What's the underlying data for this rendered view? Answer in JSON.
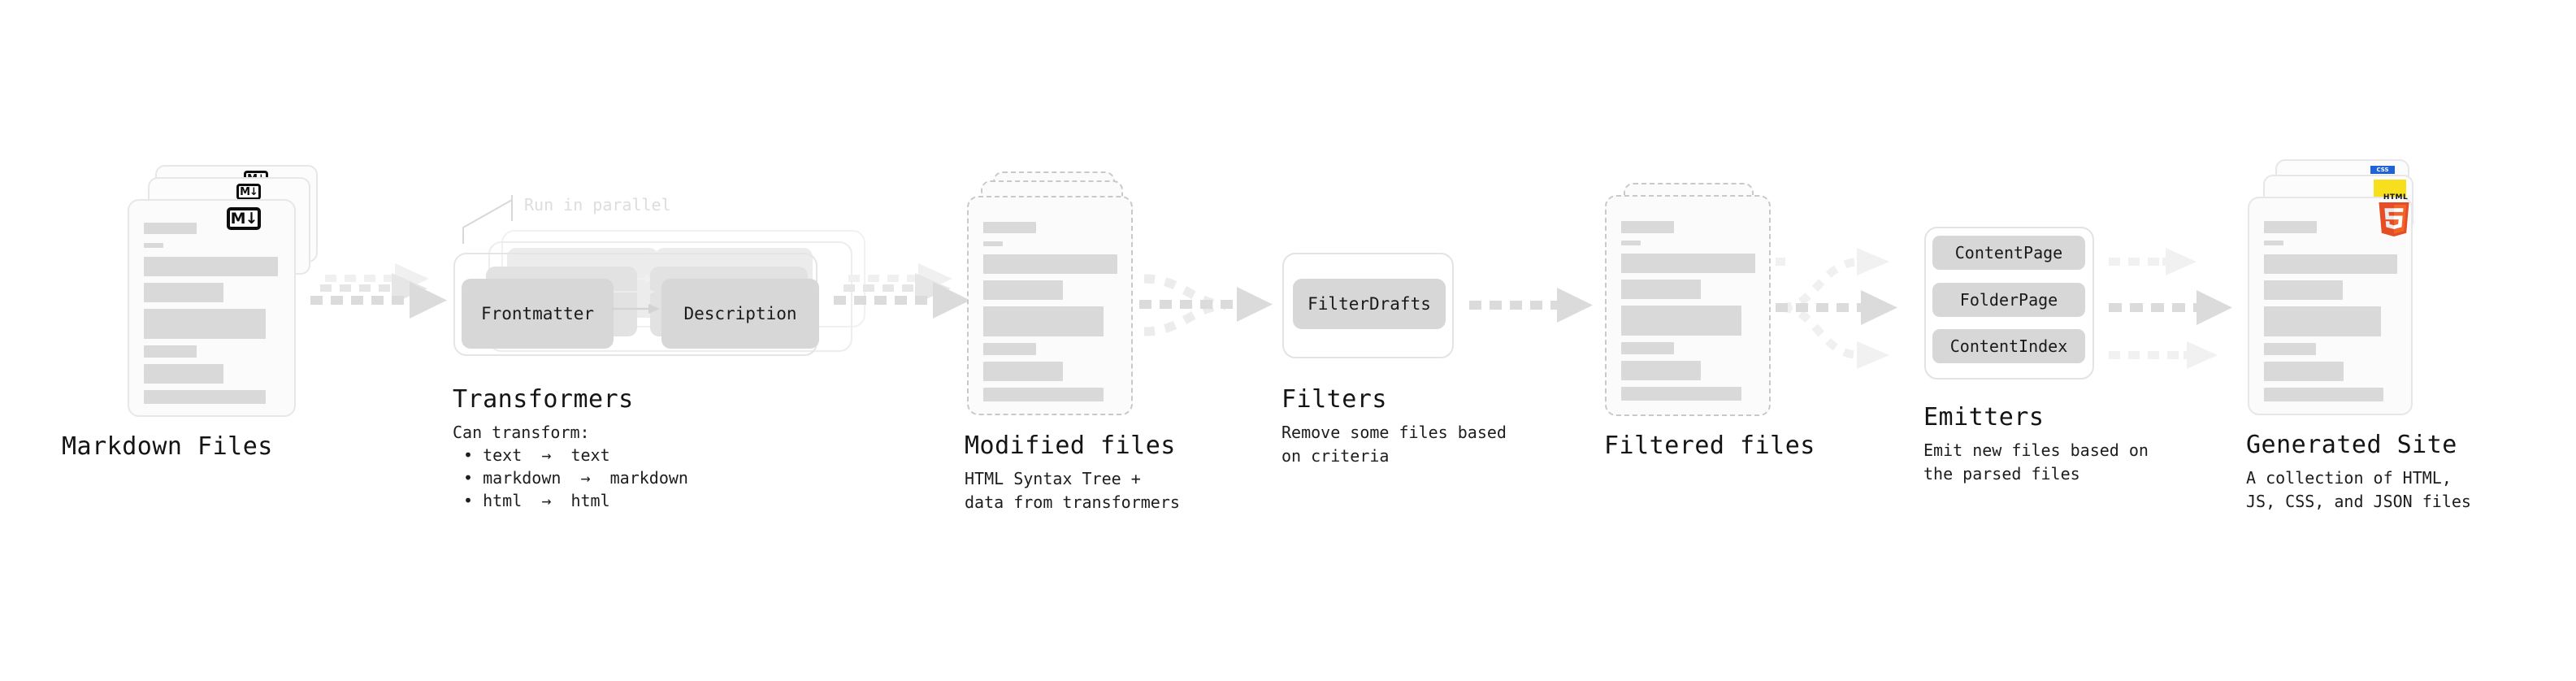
{
  "diagram": {
    "title_font": "monospace",
    "colors": {
      "card_bg": "#fbfbfb",
      "card_border": "#e7e7e7",
      "dashed_border": "#c9c9c9",
      "skeleton": "#d9d9d9",
      "pill": "#d7d7d7",
      "arrow": "#d9d9d9",
      "text": "#141414",
      "muted_text": "#dddddd",
      "html5_orange": "#e44d26",
      "html5_orange_light": "#f16529",
      "css_blue": "#2063d8",
      "js_yellow": "#f7df1e"
    },
    "stages": [
      {
        "id": "markdown-files",
        "title": "Markdown Files",
        "subtitle": "",
        "icon": "markdown-icon",
        "icon_label": "M"
      },
      {
        "id": "transformers",
        "title": "Transformers",
        "subtitle": "Can transform:",
        "annotation": "Run in parallel",
        "bullets": [
          "• text  →  text",
          "• markdown  →  markdown",
          "• html  →  html"
        ],
        "nodes": [
          "Frontmatter",
          "Description"
        ]
      },
      {
        "id": "modified-files",
        "title": "Modified files",
        "subtitle": "HTML Syntax Tree +\ndata from transformers"
      },
      {
        "id": "filters",
        "title": "Filters",
        "subtitle": "Remove some files based\non criteria",
        "nodes": [
          "FilterDrafts"
        ]
      },
      {
        "id": "filtered-files",
        "title": "Filtered files",
        "subtitle": ""
      },
      {
        "id": "emitters",
        "title": "Emitters",
        "subtitle": "Emit new files based on\nthe parsed files",
        "nodes": [
          "ContentPage",
          "FolderPage",
          "ContentIndex"
        ]
      },
      {
        "id": "generated-site",
        "title": "Generated Site",
        "subtitle": "A collection of HTML,\nJS, CSS, and JSON files",
        "icons": [
          "html5-icon",
          "js-icon",
          "css-icon"
        ],
        "icon_labels": {
          "html5": "HTML",
          "css": "CSS"
        }
      }
    ]
  }
}
